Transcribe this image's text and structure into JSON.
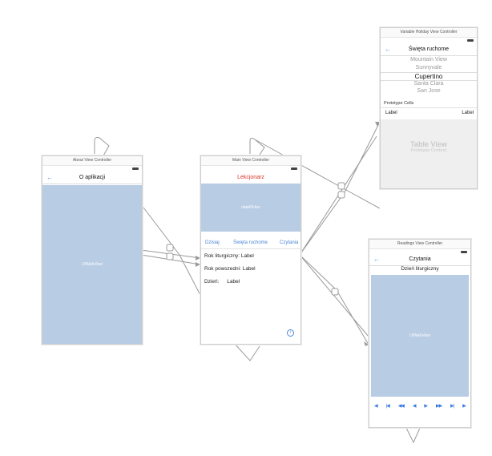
{
  "scenes": {
    "about": {
      "title": "About View Controller",
      "nav_title": "O aplikacji",
      "webview_label": "UIWebView"
    },
    "main": {
      "title": "Main View Controller",
      "nav_title": "Lekcjonarz",
      "datepicker_label": "datePicker",
      "segments": [
        "Dzisiaj",
        "Święta ruchome",
        "Czytania"
      ],
      "rows": [
        {
          "label": "Rok liturgiczny:",
          "value": "Label"
        },
        {
          "label": "Rok powszedni:",
          "value": "Label"
        },
        {
          "label": "Dzień:",
          "value": "Label"
        }
      ]
    },
    "variable": {
      "title": "Variable Holiday View Controller",
      "nav_title": "Święta ruchome",
      "picker_items": [
        "Mountain View",
        "Sunnyvale",
        "Cupertino",
        "Santa Clara",
        "San Jose"
      ],
      "prototype_header": "Prototype Cells",
      "cell_left": "Label",
      "cell_right": "Label",
      "table_title": "Table View",
      "table_subtitle": "Prototype Content"
    },
    "readings": {
      "title": "Readings View Controller",
      "nav_title": "Czytania",
      "subtitle": "Dzień liturgiczny",
      "webview_label": "UIWebView",
      "toolbar_items": [
        "◀",
        "|◀",
        "◀◀",
        "◀",
        "▶",
        "▶▶",
        "▶|",
        "▶"
      ]
    }
  },
  "icons": {
    "back": "back-arrow-icon",
    "info": "info-icon",
    "segue": "segue-icon"
  },
  "colors": {
    "accent": "#4a86d6",
    "title_red": "#d9342b",
    "webview": "#b8cce4"
  }
}
